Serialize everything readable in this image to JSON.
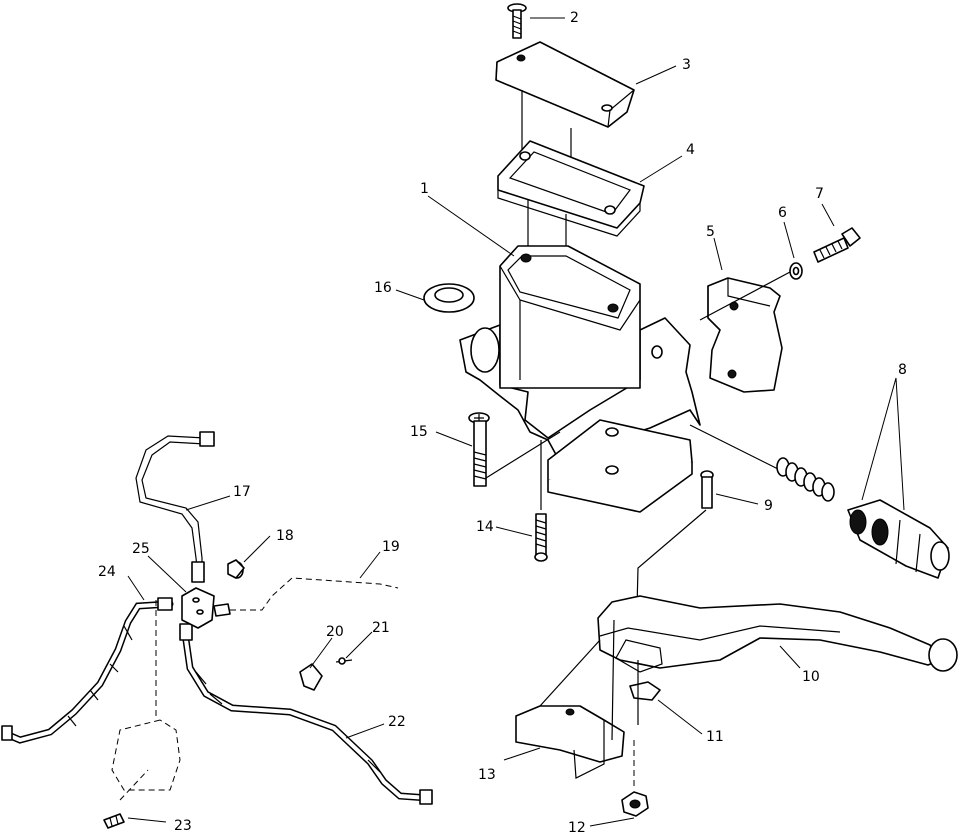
{
  "diagram": {
    "callouts": [
      {
        "id": "1",
        "text": "1"
      },
      {
        "id": "2",
        "text": "2"
      },
      {
        "id": "3",
        "text": "3"
      },
      {
        "id": "4",
        "text": "4"
      },
      {
        "id": "5",
        "text": "5"
      },
      {
        "id": "6",
        "text": "6"
      },
      {
        "id": "7",
        "text": "7"
      },
      {
        "id": "8",
        "text": "8"
      },
      {
        "id": "9",
        "text": "9"
      },
      {
        "id": "10",
        "text": "10"
      },
      {
        "id": "11",
        "text": "11"
      },
      {
        "id": "12",
        "text": "12"
      },
      {
        "id": "13",
        "text": "13"
      },
      {
        "id": "14",
        "text": "14"
      },
      {
        "id": "15",
        "text": "15"
      },
      {
        "id": "16",
        "text": "16"
      },
      {
        "id": "17",
        "text": "17"
      },
      {
        "id": "18",
        "text": "18"
      },
      {
        "id": "19",
        "text": "19"
      },
      {
        "id": "20",
        "text": "20"
      },
      {
        "id": "21",
        "text": "21"
      },
      {
        "id": "22",
        "text": "22"
      },
      {
        "id": "23",
        "text": "23"
      },
      {
        "id": "24",
        "text": "24"
      },
      {
        "id": "25",
        "text": "25"
      }
    ]
  }
}
